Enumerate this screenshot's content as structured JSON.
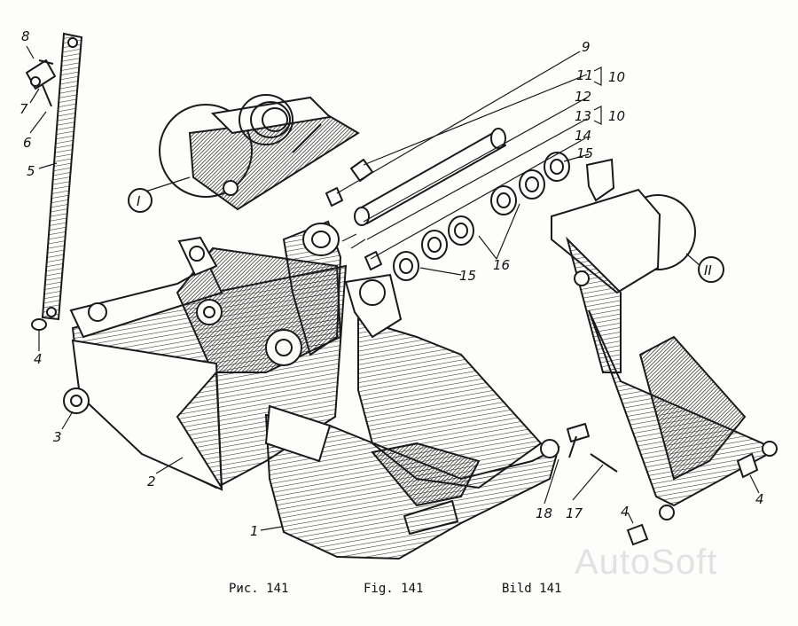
{
  "labels": {
    "l1": "1",
    "l2": "2",
    "l3": "3",
    "l4a": "4",
    "l4b": "4",
    "l4c": "4",
    "l5": "5",
    "l6": "6",
    "l7": "7",
    "l8": "8",
    "l9": "9",
    "l10a": "10",
    "l10b": "10",
    "l11": "11",
    "l12": "12",
    "l13": "13",
    "l14": "14",
    "l15a": "15",
    "l15b": "15",
    "l16": "16",
    "l17": "17",
    "l18": "18",
    "detail1": "I",
    "detail2": "II"
  },
  "captions": {
    "ru": "Рис. 141",
    "en": "Fig. 141",
    "de": "Bild 141"
  },
  "watermark": "AutoSoft"
}
